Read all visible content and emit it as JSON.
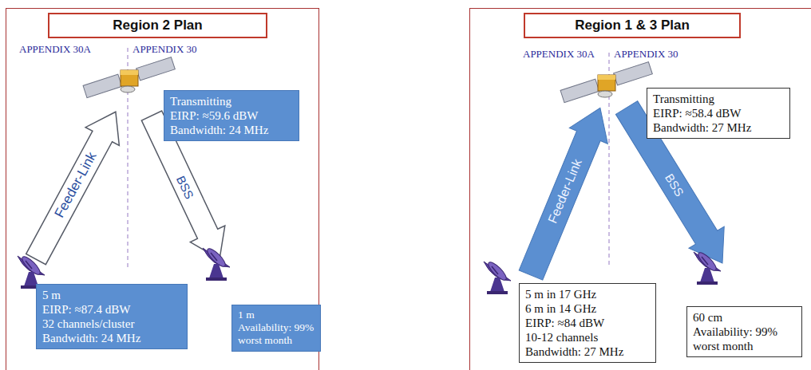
{
  "diagram": {
    "nodes": [
      {
        "text": [
          "Region 2 Plan"
        ]
      },
      {
        "text": [
          "Transmitting",
          "EIRP: ≈59.6 dBW",
          "Bandwidth: 24 MHz"
        ]
      },
      {
        "text": [
          "5 m",
          "EIRP: ≈87.4 dBW",
          "32 channels/cluster",
          "Bandwidth: 24 MHz"
        ]
      },
      {
        "text": [
          "1 m",
          "Availability: 99% worst month"
        ]
      },
      {
        "text": [
          "Region 1 & 3 Plan"
        ]
      },
      {
        "text": [
          "Transmitting",
          "EIRP: ≈58.4 dBW",
          "Bandwidth: 27 MHz"
        ]
      },
      {
        "text": [
          "5 m in 17 GHz",
          "6 m in 14 GHz",
          "EIRP: ≈84 dBW",
          "10-12 channels",
          "Bandwidth: 27 MHz"
        ]
      },
      {
        "text": [
          "60 cm",
          "Availability: 99% worst month"
        ]
      }
    ],
    "labels": [
      "APPENDIX 30A",
      "APPENDIX 30",
      "Feeder-Link",
      "BSS",
      "APPENDIX 30A",
      "APPENDIX 30",
      "Feeder-Link",
      "BSS"
    ]
  }
}
